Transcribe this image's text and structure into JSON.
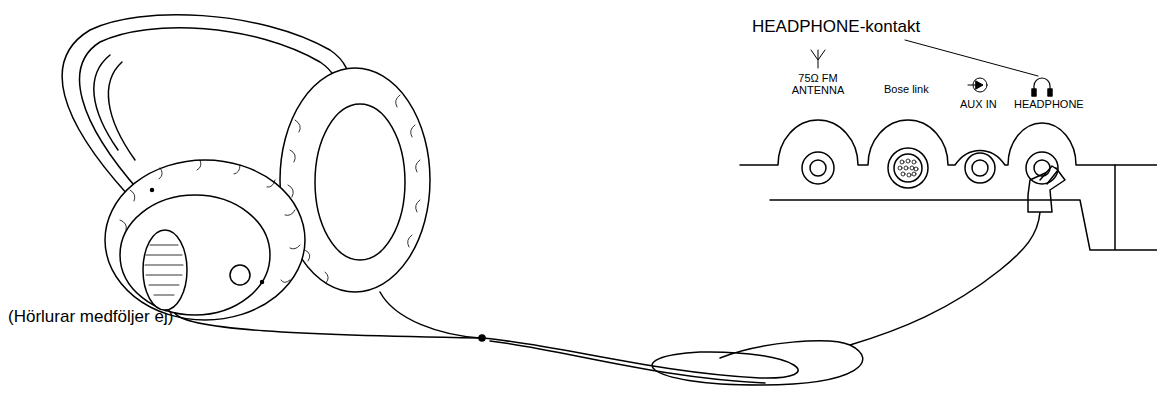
{
  "diagram": {
    "labels": [
      "HEADPHONE-kontakt",
      "75Ω FM ANTENNA",
      "Bose link",
      "AUX IN",
      "HEADPHONE",
      "(Hörlurar medföljer ej)"
    ]
  }
}
